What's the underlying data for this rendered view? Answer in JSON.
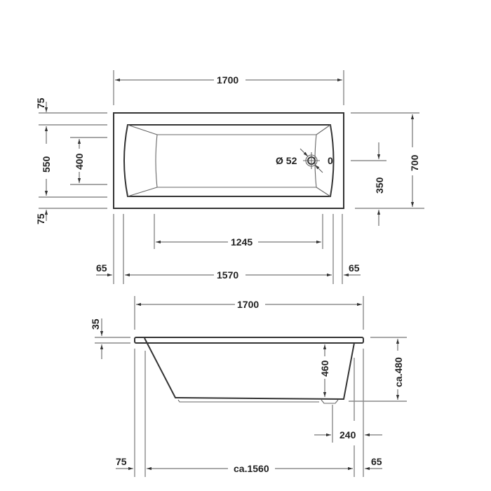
{
  "drawing": {
    "top_view": {
      "overall_length": "1700",
      "overall_width": "700",
      "rim_top": "75",
      "rim_bottom": "75",
      "inner_width": "550",
      "floor_width": "400",
      "floor_length": "1245",
      "inner_length": "1570",
      "rim_left": "65",
      "rim_right": "65",
      "drain_offset": "350",
      "drain_diameter": "Ø 52",
      "overflow_mark": "0"
    },
    "side_view": {
      "overall_length": "1700",
      "rim_thickness": "35",
      "inner_depth": "460",
      "total_height": "ca.480",
      "drain_offset": "240",
      "base_length": "ca.1560",
      "offset_left": "75",
      "offset_right": "65"
    },
    "colors": {
      "line": "#8a8a8a",
      "outline": "#333333",
      "text": "#222222"
    }
  }
}
